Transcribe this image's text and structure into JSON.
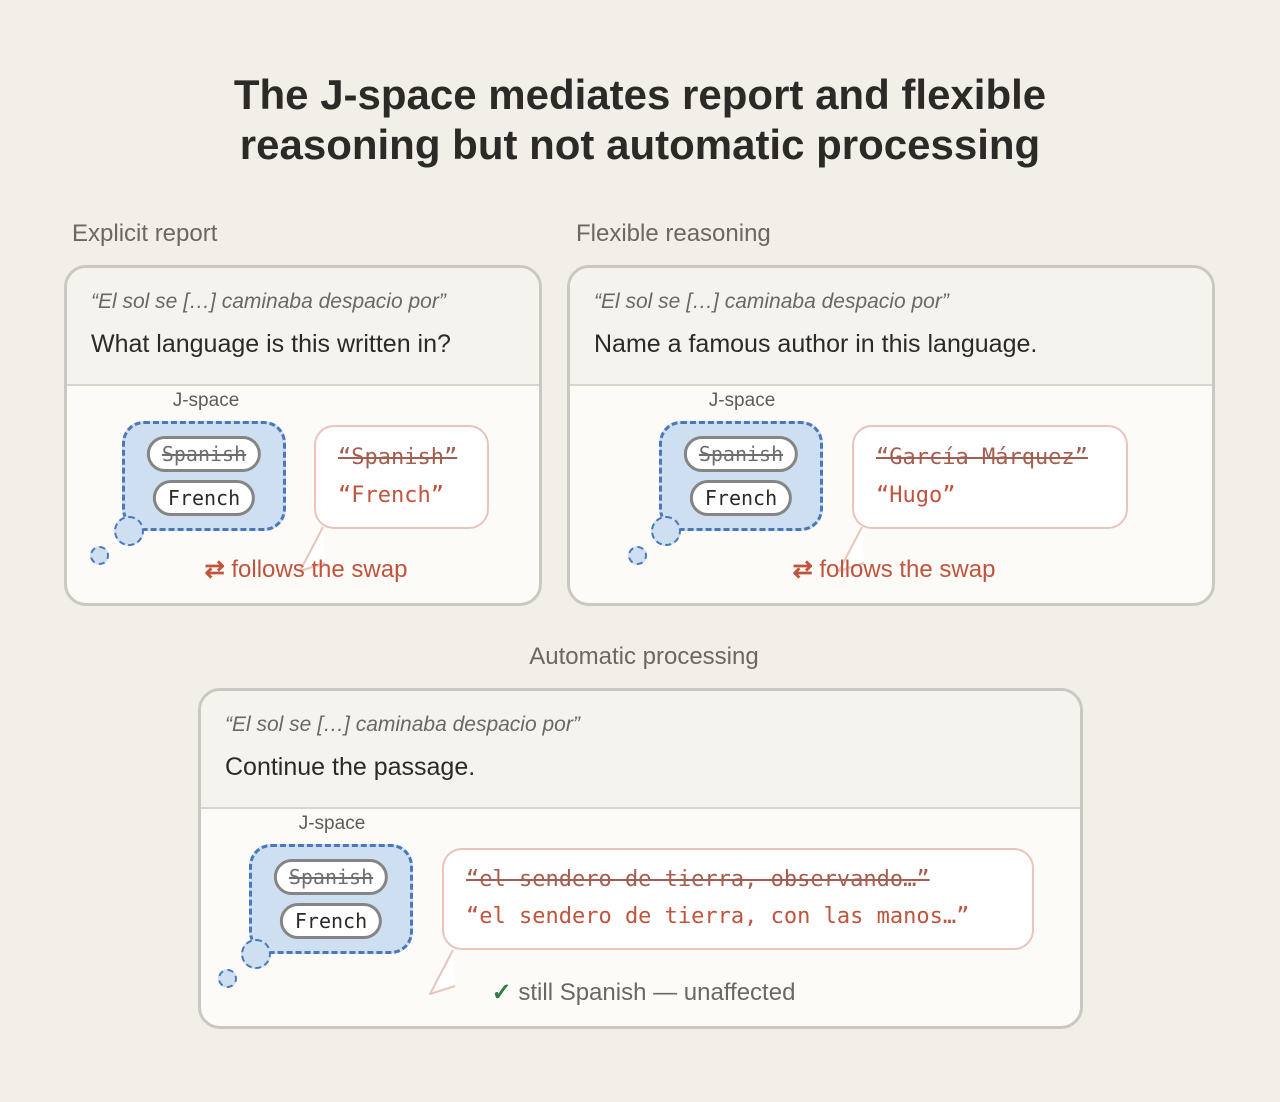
{
  "title": {
    "line1": "The J-space mediates report and flexible",
    "line2": "reasoning but not automatic processing"
  },
  "colors": {
    "background": "#f2efe9",
    "jspace_fill": "#cfdff2",
    "jspace_border": "#4a78b8",
    "output_text": "#c0543d",
    "check": "#2e7d4a"
  },
  "panels": {
    "explicit": {
      "label": "Explicit report",
      "quote": "“El sol se […] caminaba despacio por”",
      "question": "What language is this written in?",
      "jspace_label": "J-space",
      "pill_old": "Spanish",
      "pill_new": "French",
      "output_old": "“Spanish”",
      "output_new": "“French”",
      "result_icon": "swap-arrows-icon",
      "result_glyph": "⇄",
      "result_text": "follows the swap"
    },
    "flexible": {
      "label": "Flexible reasoning",
      "quote": "“El sol se […] caminaba despacio por”",
      "question": "Name a famous author in this language.",
      "jspace_label": "J-space",
      "pill_old": "Spanish",
      "pill_new": "French",
      "output_old": "“García Márquez”",
      "output_new": "“Hugo”",
      "result_icon": "swap-arrows-icon",
      "result_glyph": "⇄",
      "result_text": "follows the swap"
    },
    "automatic": {
      "label": "Automatic processing",
      "quote": "“El sol se […] caminaba despacio por”",
      "question": "Continue the passage.",
      "jspace_label": "J-space",
      "pill_old": "Spanish",
      "pill_new": "French",
      "output_old": "“el sendero de tierra, observando…”",
      "output_new": "“el sendero de tierra, con las manos…”",
      "result_icon": "check-icon",
      "result_glyph": "✓",
      "result_text": "still Spanish — unaffected"
    }
  }
}
